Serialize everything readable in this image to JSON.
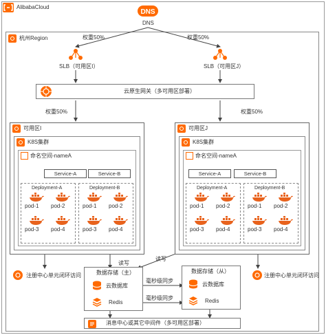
{
  "cloud_label": "AlibabaCloud",
  "dns": {
    "logo": "DNS",
    "label": "DNS"
  },
  "region": {
    "label": "杭州Region"
  },
  "weights": {
    "dns_left": "权重50%",
    "dns_right": "权重50%",
    "gw_left": "权重50%",
    "gw_right": "权重50%"
  },
  "slb": {
    "left": "SLB（可用区I）",
    "right": "SLB（可用区J）"
  },
  "gateway": {
    "label": "云原生网关（多可用区部署）"
  },
  "zones": [
    {
      "label": "可用区I",
      "cluster": "K8S集群",
      "namespace": "命名空间-nameA",
      "services": [
        "Service-A",
        "Service-B"
      ],
      "deployments": [
        "Deployment-A",
        "Deployment-B"
      ],
      "pods": [
        "pod-1",
        "pod-2",
        "pod-3",
        "pod-4"
      ]
    },
    {
      "label": "可用区J",
      "cluster": "K8S集群",
      "namespace": "命名空间-nameA",
      "services": [
        "Service-A",
        "Service-B"
      ],
      "deployments": [
        "Deployment-A",
        "Deployment-B"
      ],
      "pods": [
        "pod-1",
        "pod-2",
        "pod-3",
        "pod-4"
      ]
    }
  ],
  "registry": {
    "left": "注册中心单元闭环访问",
    "right": "注册中心单元闭环访问"
  },
  "readwrite": {
    "left": "读写",
    "right": "读写"
  },
  "storage_primary": {
    "title": "数据存储（主）",
    "db": "云数据库",
    "cache": "Redis"
  },
  "storage_secondary": {
    "title": "数据存储（从）",
    "db": "云数据库",
    "cache": "Redis"
  },
  "sync": {
    "db": "毫秒级同步",
    "cache": "毫秒级同步"
  },
  "mq": {
    "label": "消息中心或其它中间件（多可用区部署）"
  },
  "colors": {
    "accent": "#ff6a00",
    "docker": "#e8621c",
    "line": "#444444"
  }
}
